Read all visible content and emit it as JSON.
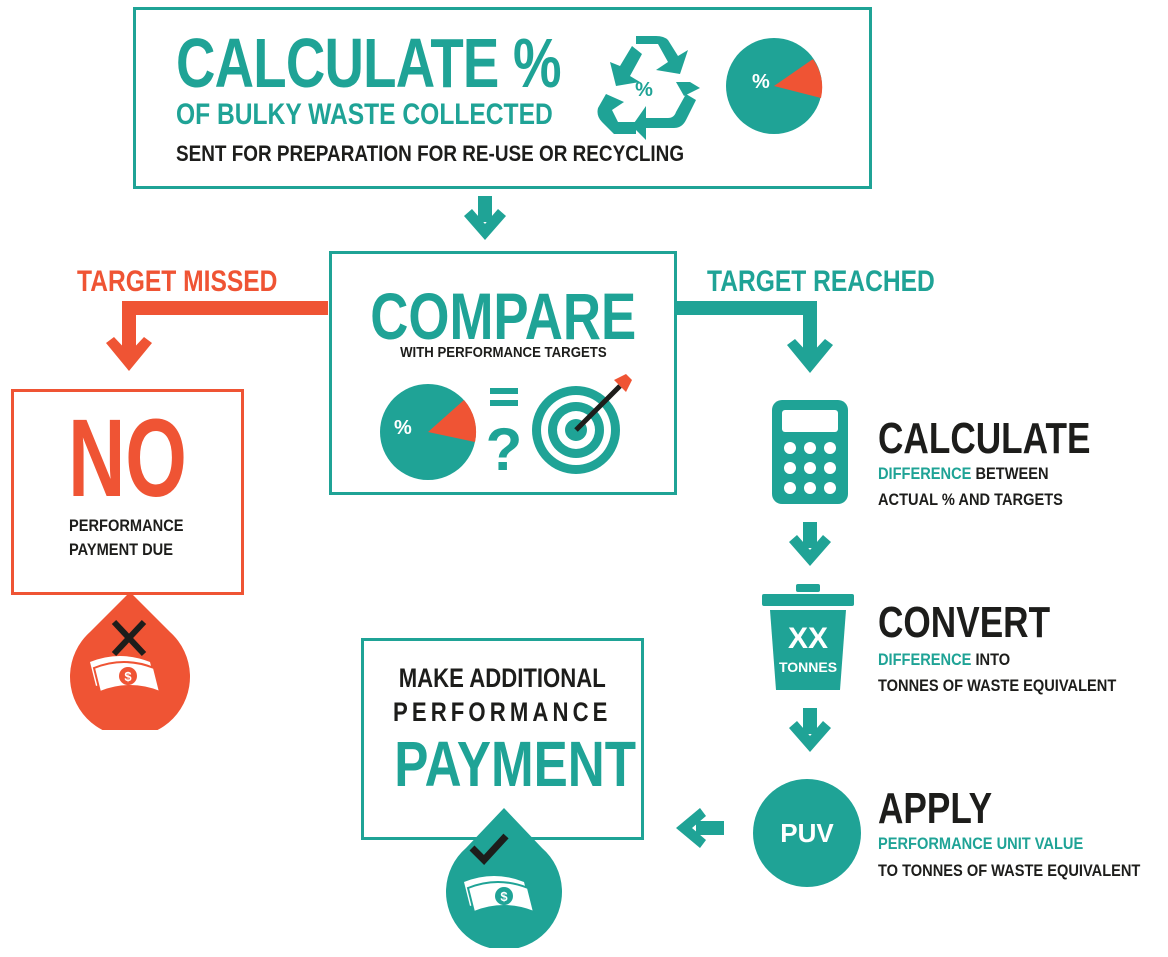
{
  "calculate_box": {
    "title": "CALCULATE %",
    "subtitle": "OF BULKY WASTE COLLECTED",
    "detail": "SENT FOR PREPARATION FOR RE-USE OR RECYCLING",
    "icon_pct": "%"
  },
  "compare_box": {
    "title": "COMPARE",
    "subtitle": "WITH PERFORMANCE TARGETS",
    "icon_pct": "%",
    "question": "?"
  },
  "branches": {
    "missed": "TARGET MISSED",
    "reached": "TARGET REACHED"
  },
  "no_box": {
    "title": "NO",
    "line1": "PERFORMANCE",
    "line2": "PAYMENT DUE"
  },
  "steps": [
    {
      "title": "CALCULATE",
      "highlight": "DIFFERENCE",
      "rest": " BETWEEN",
      "line2": "ACTUAL % AND TARGETS"
    },
    {
      "title": "CONVERT",
      "highlight": "DIFFERENCE",
      "rest": " INTO",
      "line2": "TONNES OF WASTE EQUIVALENT"
    },
    {
      "title": "APPLY",
      "highlight": "PERFORMANCE UNIT VALUE",
      "rest": "",
      "line2": "TO TONNES OF WASTE EQUIVALENT"
    }
  ],
  "bin_icon": {
    "line1": "XX",
    "line2": "TONNES"
  },
  "puv_icon": {
    "label": "PUV"
  },
  "payment_box": {
    "line1": "MAKE ADDITIONAL",
    "line2": "PERFORMANCE",
    "line3": "PAYMENT"
  },
  "money_icon": {
    "symbol": "$"
  },
  "colors": {
    "teal": "#1fa396",
    "orange": "#ef5434",
    "dark": "#1d1d1b"
  }
}
